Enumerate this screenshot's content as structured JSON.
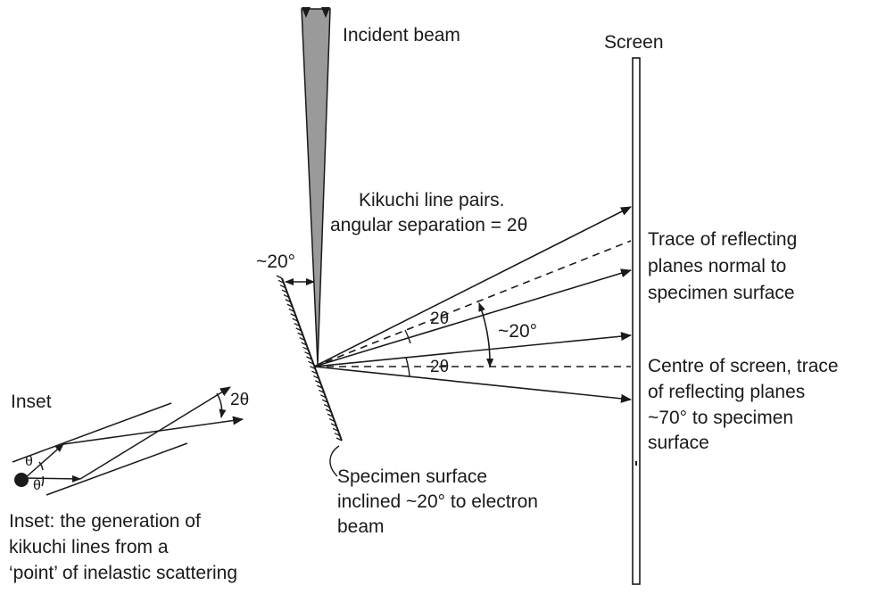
{
  "labels": {
    "incident_beam": "Incident beam",
    "screen": "Screen",
    "kikuchi_line1": "Kikuchi line pairs.",
    "kikuchi_line2": "angular separation = 2θ",
    "angle_20_left": "~20°",
    "angle_20_right": "~20°",
    "two_theta_upper": "2θ",
    "two_theta_lower": "2θ",
    "trace_normal_1": "Trace of reflecting",
    "trace_normal_2": "planes normal to",
    "trace_normal_3": "specimen surface",
    "centre_1": "Centre of screen, trace",
    "centre_2": "of reflecting planes",
    "centre_3": "~70° to specimen",
    "centre_4": "surface",
    "specimen_1": "Specimen surface",
    "specimen_2": "inclined ~20° to electron",
    "specimen_3": "beam",
    "inset_title": "Inset",
    "inset_caption_1": "Inset: the generation of",
    "inset_caption_2": "kikuchi lines from a",
    "inset_caption_3": "‘point’ of inelastic scattering",
    "inset_2theta": "2θ",
    "inset_theta_1": "θ",
    "inset_theta_2": "θ"
  },
  "colors": {
    "ink": "#1a1a1a",
    "beam_fill": "#9a9a9a"
  }
}
